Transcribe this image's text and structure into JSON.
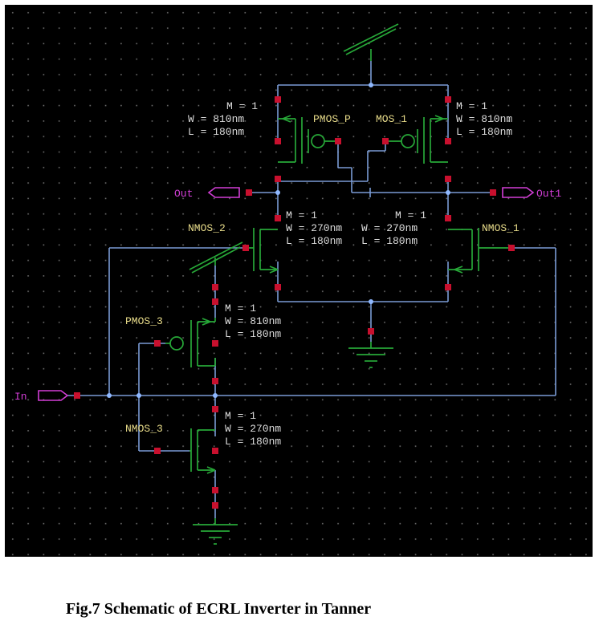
{
  "caption": "Fig.7 Schematic of ECRL Inverter in Tanner",
  "ports": {
    "in": "In",
    "out": "Out",
    "out1": "Out1"
  },
  "devices": {
    "pmos_pmos": {
      "name": "PMOS_P",
      "M": "M = 1",
      "W": "W = 810nm",
      "L": "L = 180nm"
    },
    "pmos_1": {
      "name": "MOS_1",
      "M": "M = 1",
      "W": "W = 810nm",
      "L": "L = 180nm"
    },
    "nmos_2": {
      "name": "NMOS_2",
      "M": "M = 1",
      "W": "W = 270nm",
      "L": "L = 180nm"
    },
    "nmos_1": {
      "name": "NMOS_1",
      "M": "M = 1",
      "W": "W = 270nm",
      "L": "L = 180nm"
    },
    "pmos_3": {
      "name": "PMOS_3",
      "M": "M = 1",
      "W": "W = 810nm",
      "L": "L = 180nm"
    },
    "nmos_3": {
      "name": "NMOS_3",
      "M": "M = 1",
      "W": "W = 270nm",
      "L": "L = 180nm"
    }
  },
  "colors": {
    "background": "#000000",
    "wire": "#7a9bd6",
    "device": "#27a838",
    "port": "#d23ed6",
    "pin": "#c8102e",
    "label": "#dcdcdc",
    "device_name": "#e8dc8a"
  }
}
